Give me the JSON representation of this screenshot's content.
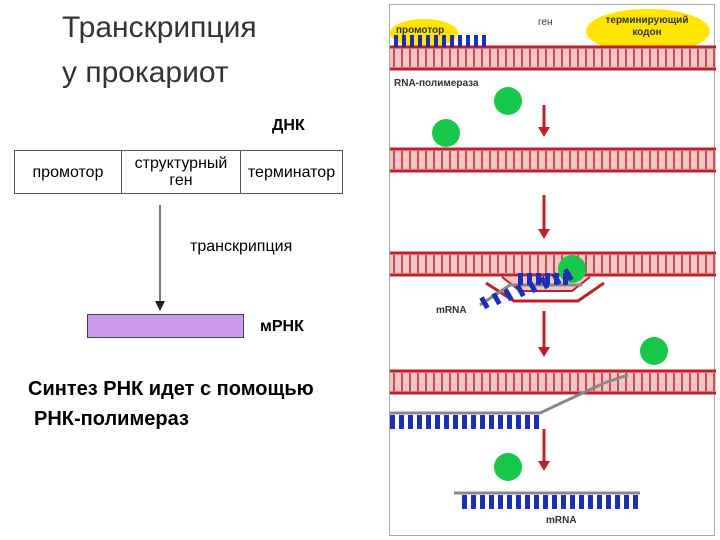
{
  "slide": {
    "title_line1": "Транскрипция",
    "title_line2": "у прокариот",
    "dna_label": "ДНК",
    "segments": [
      {
        "label_line1": "промотор",
        "label_line2": ""
      },
      {
        "label_line1": "структурный",
        "label_line2": "ген"
      },
      {
        "label_line1": "терминатор",
        "label_line2": ""
      }
    ],
    "transcription_label": "транскрипция",
    "mrna_label": "мРНК",
    "synthesis_line1": "Синтез РНК идет с помощью",
    "synthesis_line2": "РНК-полимераз"
  },
  "figure": {
    "promoter_label": "промотор",
    "gene_label": "ген",
    "terminator_label_line1": "терминирующий",
    "terminator_label_line2": "кодон",
    "polymerase_label": "RNA-полимераза",
    "mrna_label_a": "mRNA",
    "mrna_label_b": "mRNA",
    "colors": {
      "dna_strand": "#c0202a",
      "dna_fill": "#f3c6c6",
      "polymerase": "#17c84a",
      "rna_base": "#1a2eb8",
      "yellow": "#ffe500",
      "mrna_box": "#cc99ee",
      "arrow": "#c0202a"
    }
  }
}
